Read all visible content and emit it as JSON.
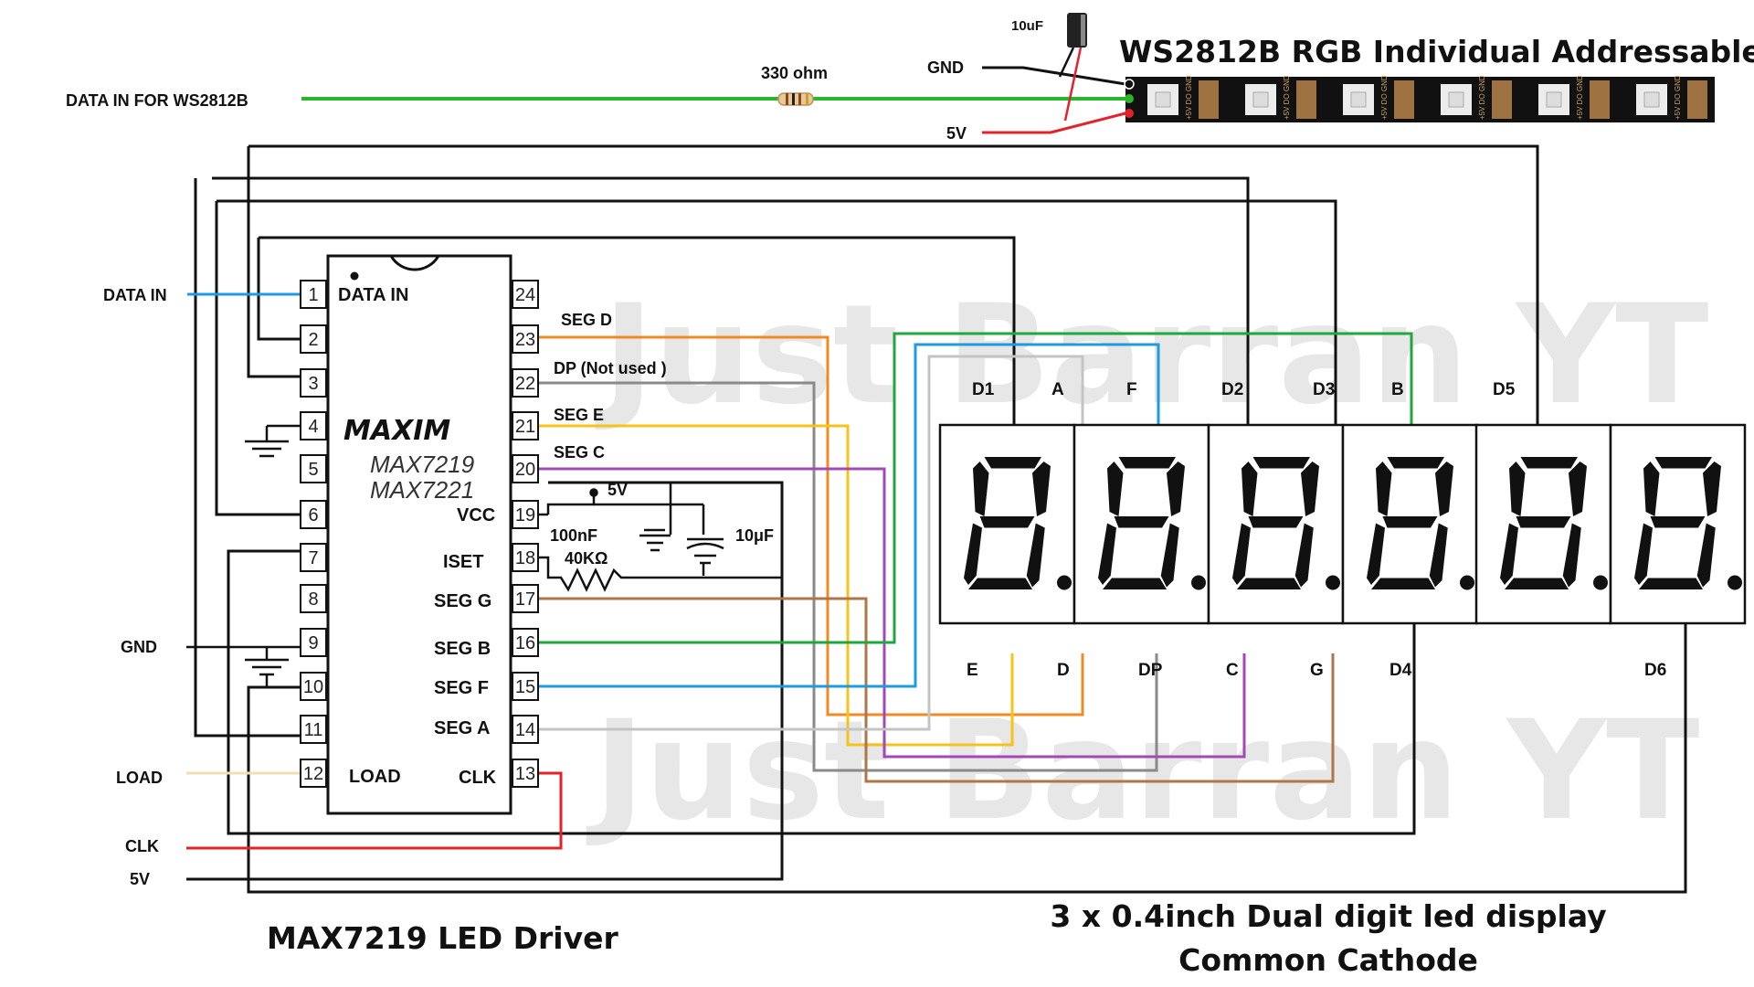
{
  "watermark": "Just Barran YT",
  "titles": {
    "driver": "MAX7219 LED Driver",
    "display_line1": "3 x 0.4inch Dual digit led display",
    "display_line2": "Common Cathode",
    "strip": "WS2812B RGB Individual Addressable"
  },
  "ws2812b": {
    "data_in": "DATA IN FOR WS2812B",
    "resistor": "330 ohm",
    "gnd": "GND",
    "vcc": "5V",
    "capacitor": "10uF",
    "pad_label": "+5V DO GND"
  },
  "left_labels": {
    "data_in": "DATA IN",
    "gnd": "GND",
    "load": "LOAD",
    "clk": "CLK",
    "vcc": "5V"
  },
  "chip": {
    "brand": "MAXIM",
    "part1": "MAX7219",
    "part2": "MAX7221",
    "data_in": "DATA IN",
    "vcc": "VCC",
    "iset": "ISET",
    "seg_g": "SEG G",
    "seg_b": "SEG B",
    "seg_f": "SEG F",
    "seg_a": "SEG A",
    "load": "LOAD",
    "clk": "CLK",
    "pins_left": [
      "1",
      "2",
      "3",
      "4",
      "5",
      "6",
      "7",
      "8",
      "9",
      "10",
      "11",
      "12"
    ],
    "pins_right": [
      "24",
      "23",
      "22",
      "21",
      "20",
      "19",
      "18",
      "17",
      "16",
      "15",
      "14",
      "13"
    ]
  },
  "right_pin_labels": {
    "seg_d": "SEG D",
    "dp": "DP (Not used )",
    "seg_e": "SEG E",
    "seg_c": "SEG C"
  },
  "components": {
    "vcc": "5V",
    "cap1": "100nF",
    "res": "40KΩ",
    "cap2": "10μF"
  },
  "display_top_labels": [
    "D1",
    "A",
    "F",
    "D2",
    "D3",
    "B",
    "D5"
  ],
  "display_bottom_labels": [
    "E",
    "D",
    "DP",
    "C",
    "G",
    "D4",
    "D6"
  ],
  "digits": [
    "8.",
    "8.",
    "8.",
    "8.",
    "8.",
    "8."
  ],
  "colors": {
    "seg_d": "#f08a24",
    "dp": "#8a8a8a",
    "seg_e": "#f7c21b",
    "seg_c": "#a349b5",
    "seg_g": "#b0764a",
    "seg_b": "#1fa83b",
    "seg_f": "#1f9be0",
    "seg_a": "#c4c4c4",
    "data_in": "#1f9be0",
    "load": "#f0dfb0",
    "clk": "#e3222a",
    "wire": "#111111",
    "ws_data": "#2ab52a",
    "ws_5v": "#e3222a"
  }
}
